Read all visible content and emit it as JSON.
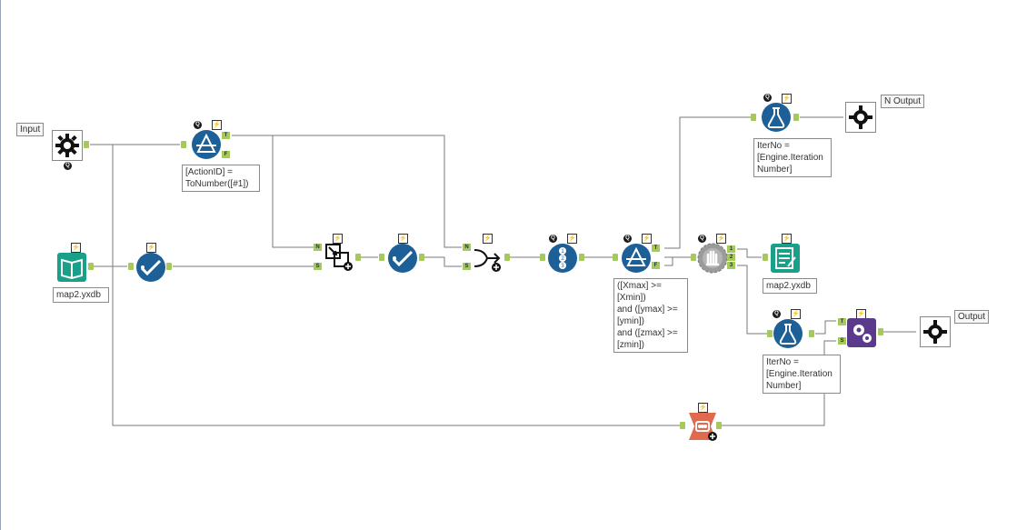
{
  "workflow": {
    "input_tag": "Input",
    "n_output_tag": "N Output",
    "output_tag": "Output",
    "filter1_expr": "[ActionID] =\nToNumber([#1])",
    "input_file": "map2.yxdb",
    "output_file": "map2.yxdb",
    "filter2_expr": "([Xmax] >=\n[Xmin])\nand ([ymax] >=\n[ymin])\nand ([zmax] >=\n[zmin])",
    "formula1_expr": "IterNo =\n[Engine.Iteration\nNumber]",
    "formula2_expr": "IterNo =\n[Engine.Iteration\nNumber]",
    "anchor_T": "T",
    "anchor_F": "F",
    "anchor_N": "N",
    "anchor_S": "S",
    "anchor_1": "1",
    "anchor_2": "2",
    "anchor_3": "3",
    "q_badge": "Q",
    "colors": {
      "blue_tool": "#1d5f97",
      "teal_tool": "#1aa088",
      "purple_tool": "#5b3a8c",
      "orange_tool": "#e06a4e",
      "gray_tool": "#9b9b9b",
      "anchor": "#a5c95a",
      "wire": "#7a7a7a"
    }
  }
}
